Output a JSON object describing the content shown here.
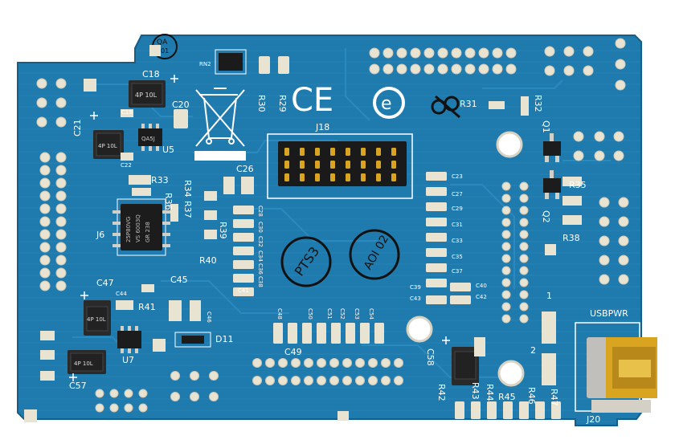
{
  "board": {
    "colors": {
      "pcb": "#1f7aad",
      "pcb_dark": "#15618c",
      "trace": "#2a88bd",
      "pad": "#e9e3d2",
      "gold": "#d9a520",
      "chip": "#202020",
      "silk": "#ffffff",
      "header": "#111111"
    },
    "labels": {
      "c18": "C18",
      "c20": "C20",
      "c21": "C21",
      "u5": "U5",
      "c22": "C22",
      "c19": "C19",
      "rn2": "RN2",
      "r30": "R30",
      "r29": "R29",
      "j18": "J18",
      "r31": "R31",
      "r32": "R32",
      "q1": "Q1",
      "r35": "R35",
      "q2": "Q2",
      "r38": "R38",
      "c26": "C26",
      "r33": "R33",
      "r36": "R36",
      "r34": "R34",
      "r37": "R37",
      "r39": "R39",
      "r40": "R40",
      "c47": "C47",
      "c45": "C45",
      "r41": "R41",
      "u7": "U7",
      "d11": "D11",
      "c49": "C49",
      "c58": "C58",
      "c57": "C57",
      "r42": "R42",
      "r43": "R43",
      "r44": "R44",
      "r45": "R45",
      "r46": "R46",
      "r47": "R47",
      "j20": "J20",
      "usbpwr": "USBPWR",
      "c23": "C23",
      "c27": "C27",
      "c29": "C29",
      "c31": "C31",
      "c33": "C33",
      "c35": "C35",
      "c37": "C37",
      "c39": "C39",
      "c40": "C40",
      "c42": "C42",
      "c43": "C43",
      "c28": "C28",
      "c30": "C30",
      "c32": "C32",
      "c34": "C34",
      "c36": "C36",
      "c38": "C38",
      "c41": "C41",
      "c46": "C46",
      "c44": "C44",
      "c48": "C48",
      "c50": "C50",
      "c51": "C51",
      "c52": "C52",
      "c53": "C53",
      "c54": "C54",
      "ce": "CE",
      "j6": "J6",
      "one": "1",
      "two": "2",
      "stamp1": "PTS3",
      "stamp2": "AOI 02"
    },
    "chip_markings": {
      "flash_line1": "25P80VG",
      "flash_line2": "VS 6003Q",
      "flash_line3": "GR 238",
      "u5_mark": "QA5J",
      "reg1": "4P 10L",
      "reg2": "4P 10L",
      "reg3": "4P 10L",
      "reg4": "4P 10L"
    },
    "icons": [
      "weee-bin-icon",
      "ce-mark-icon",
      "e-cycle-icon",
      "pb-free-icon",
      "mounting-hole-icon",
      "usb-mini-connector-icon"
    ]
  }
}
